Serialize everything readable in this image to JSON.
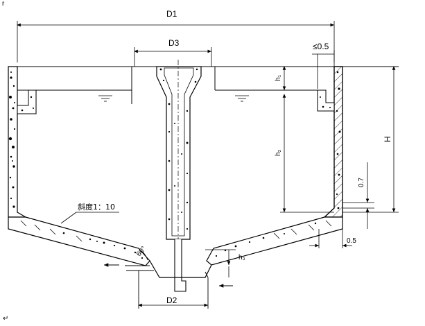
{
  "diagram": {
    "labels": {
      "D1": "D1",
      "D2": "D2",
      "D3": "D3",
      "H": "H",
      "h1": "h₁",
      "h2": "h₂",
      "h3": "h₃",
      "dim_07": "0.7",
      "dim_05": "0.5",
      "dim_le05": "≤0.5",
      "angle": "60°",
      "slope": "斜度1：10"
    },
    "corner_mark": "↵"
  }
}
